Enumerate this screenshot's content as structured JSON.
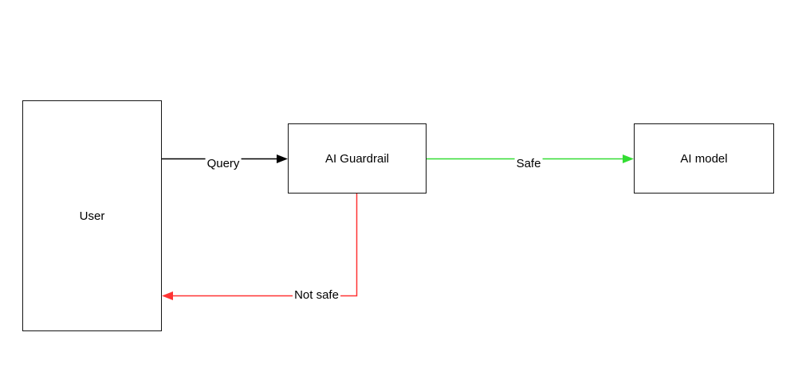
{
  "diagram": {
    "background_color": "#ffffff",
    "nodes": {
      "user": {
        "label": "User"
      },
      "guardrail": {
        "label": "AI Guardrail"
      },
      "model": {
        "label": "AI model"
      }
    },
    "edges": {
      "query": {
        "label": "Query",
        "color": "#000000",
        "from": "User",
        "to": "AI Guardrail"
      },
      "safe": {
        "label": "Safe",
        "color": "#33dd33",
        "from": "AI Guardrail",
        "to": "AI model"
      },
      "not_safe": {
        "label": "Not safe",
        "color": "#ff3333",
        "from": "AI Guardrail",
        "to": "User"
      }
    }
  }
}
